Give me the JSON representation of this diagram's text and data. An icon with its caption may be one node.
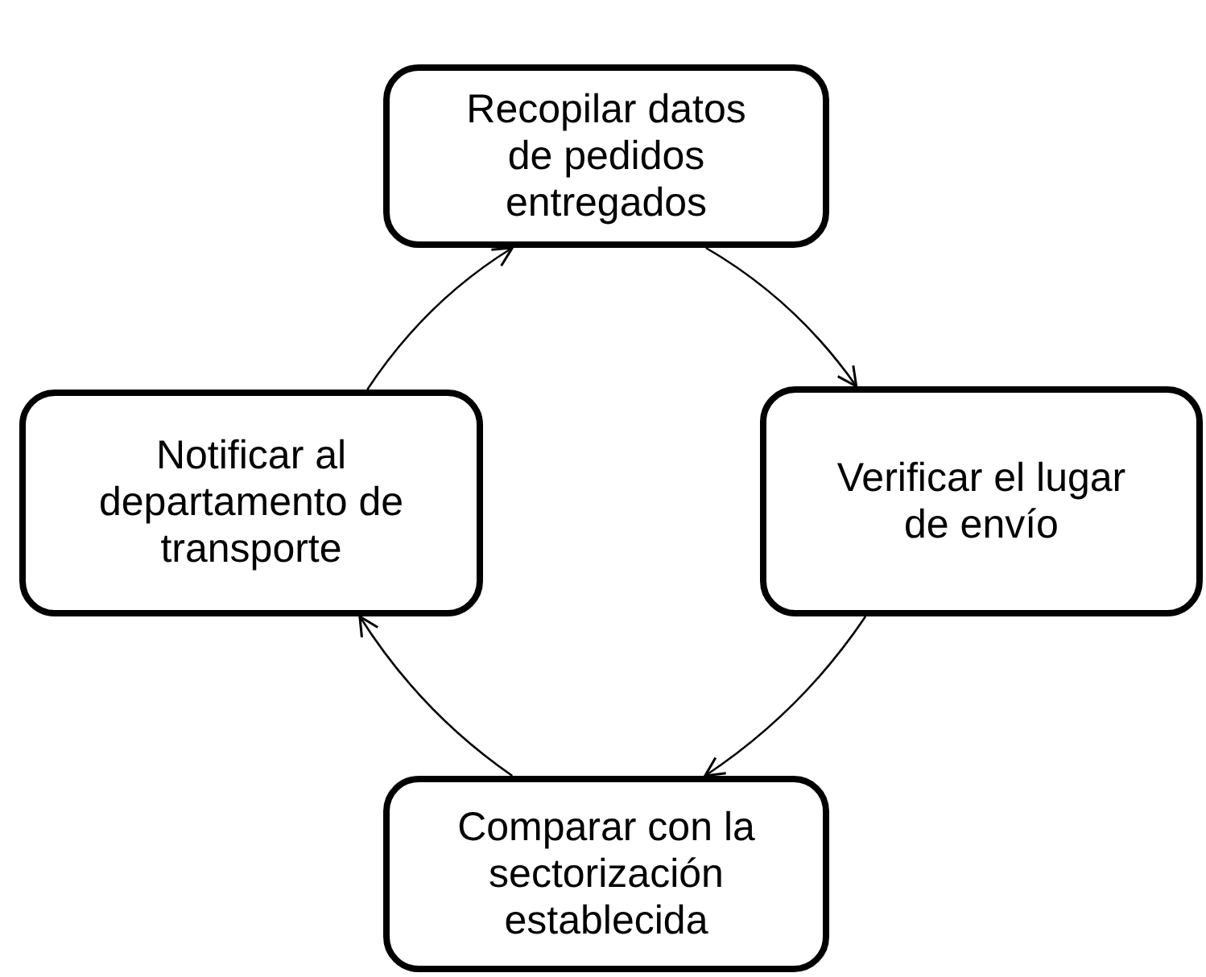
{
  "diagram": {
    "nodes": [
      {
        "text": [
          "Recopilar datos de pedidos entregados"
        ]
      },
      {
        "text": [
          "Verificar el lugar de envío"
        ]
      },
      {
        "text": [
          "Comparar con la sectorización establecida"
        ]
      },
      {
        "text": [
          "Notificar al departamento de transporte"
        ]
      }
    ],
    "edges": [
      {
        "from": 0,
        "to": 1,
        "arrow": "to"
      },
      {
        "from": 1,
        "to": 2,
        "arrow": "to"
      },
      {
        "from": 2,
        "to": 3,
        "arrow": "to"
      },
      {
        "from": 3,
        "to": 0,
        "arrow": "to"
      }
    ]
  }
}
